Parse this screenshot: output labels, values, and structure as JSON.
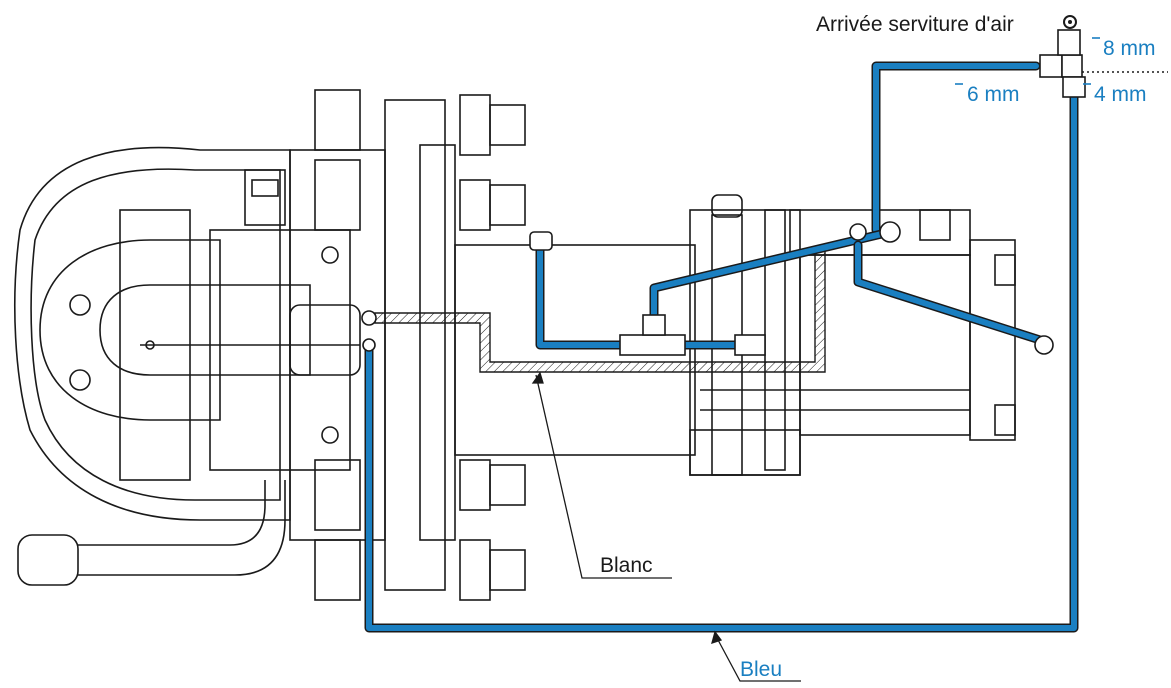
{
  "labels": {
    "air_supply": "Arrivée serviture d'air",
    "size_8": "8 mm",
    "size_6": "6 mm",
    "size_4": "4 mm",
    "white_line": "Blanc",
    "blue_line": "Bleu"
  },
  "colors": {
    "hose_blue": "#1a7fc1",
    "line": "#1a1a1a",
    "background": "#ffffff"
  },
  "icons": {
    "air_inlet": "circle-dot-icon"
  }
}
